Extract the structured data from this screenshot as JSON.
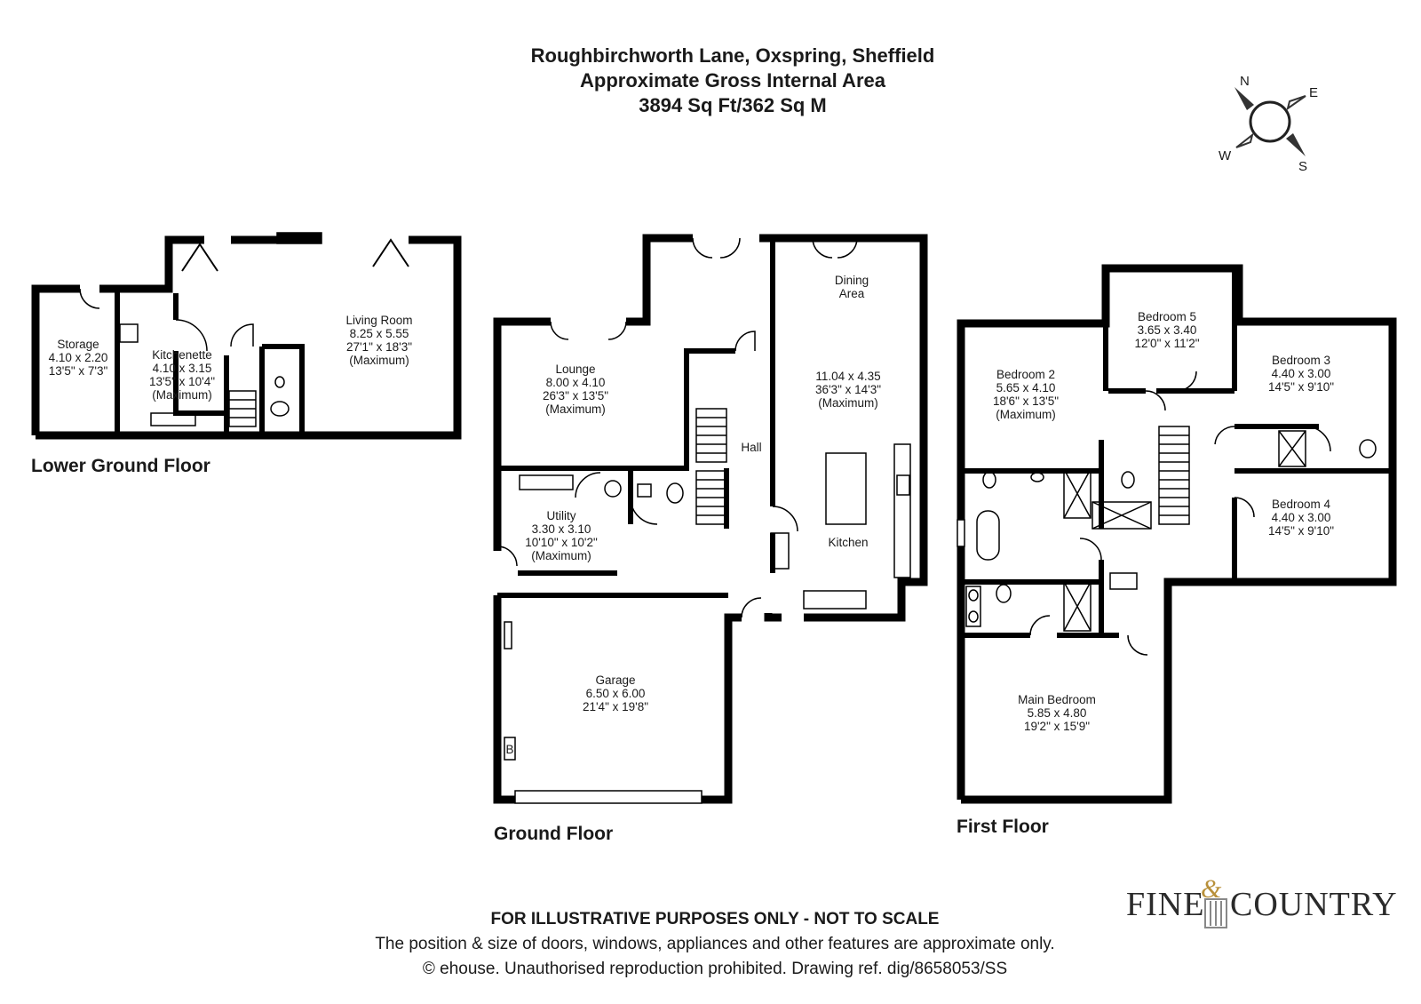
{
  "header": {
    "address": "Roughbirchworth Lane, Oxspring, Sheffield",
    "area_title": "Approximate Gross Internal Area",
    "area_value": "3894 Sq Ft/362 Sq M"
  },
  "compass": {
    "n": "N",
    "e": "E",
    "s": "S",
    "w": "W"
  },
  "floors": {
    "lower": "Lower Ground Floor",
    "ground": "Ground Floor",
    "first": "First Floor"
  },
  "rooms": {
    "storage": {
      "name": "Storage",
      "metric": "4.10 x 2.20",
      "imperial": "13'5\" x 7'3\""
    },
    "kitchenette": {
      "name": "Kitchenette",
      "metric": "4.10 x 3.15",
      "imperial": "13'5\" x 10'4\"",
      "note": "(Maximum)"
    },
    "living": {
      "name": "Living Room",
      "metric": "8.25 x 5.55",
      "imperial": "27'1\" x 18'3\"",
      "note": "(Maximum)"
    },
    "lounge": {
      "name": "Lounge",
      "metric": "8.00 x 4.10",
      "imperial": "26'3\" x 13'5\"",
      "note": "(Maximum)"
    },
    "dining": {
      "name1": "Dining",
      "name2": "Area"
    },
    "kitchen": {
      "name": "Kitchen",
      "metric": "11.04 x 4.35",
      "imperial": "36'3\" x 14'3\"",
      "note": "(Maximum)"
    },
    "hall": {
      "name": "Hall"
    },
    "utility": {
      "name": "Utility",
      "metric": "3.30 x 3.10",
      "imperial": "10'10\" x 10'2\"",
      "note": "(Maximum)"
    },
    "garage": {
      "name": "Garage",
      "metric": "6.50 x 6.00",
      "imperial": "21'4\" x 19'8\"",
      "boiler": "B"
    },
    "bedroom2": {
      "name": "Bedroom 2",
      "metric": "5.65 x 4.10",
      "imperial": "18'6\" x 13'5\"",
      "note": "(Maximum)"
    },
    "bedroom5": {
      "name": "Bedroom 5",
      "metric": "3.65 x 3.40",
      "imperial": "12'0\" x 11'2\""
    },
    "bedroom3": {
      "name": "Bedroom 3",
      "metric": "4.40 x 3.00",
      "imperial": "14'5\" x 9'10\""
    },
    "bedroom4": {
      "name": "Bedroom 4",
      "metric": "4.40 x 3.00",
      "imperial": "14'5\" x 9'10\""
    },
    "main": {
      "name": "Main Bedroom",
      "metric": "5.85 x 4.80",
      "imperial": "19'2\" x 15'9\""
    }
  },
  "footer": {
    "disclaimer": "FOR ILLUSTRATIVE PURPOSES ONLY - NOT TO SCALE",
    "note": "The position & size of doors, windows, appliances and other features are approximate only.",
    "copyright": "© ehouse. Unauthorised reproduction prohibited. Drawing ref. dig/8658053/SS"
  },
  "logo": {
    "left": "FINE",
    "amp": "&",
    "right": "COUNTRY"
  }
}
